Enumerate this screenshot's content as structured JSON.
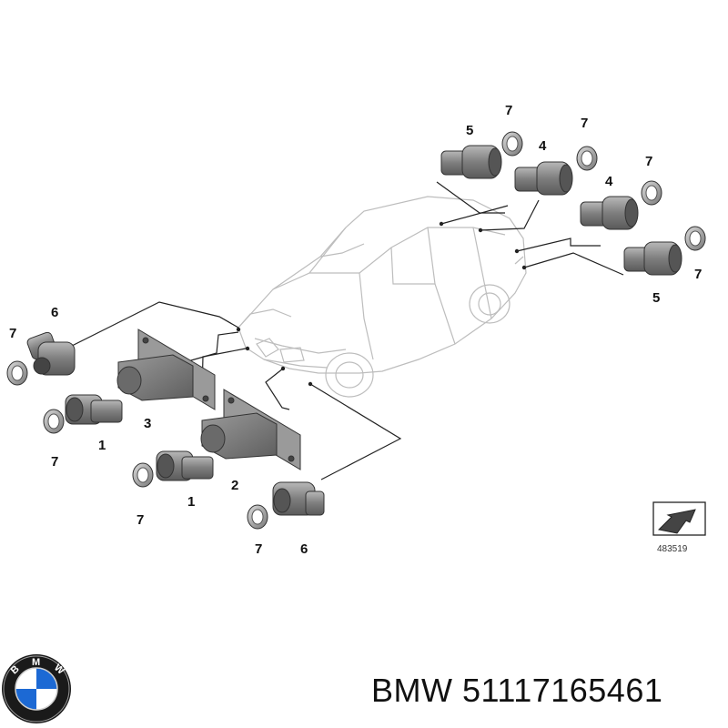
{
  "diagram": {
    "callouts": {
      "c1": "5",
      "c2": "7",
      "c3": "4",
      "c4": "7",
      "c5": "7",
      "c6": "4",
      "c7": "7",
      "c8": "5",
      "c9": "6",
      "c10": "7",
      "c11": "3",
      "c12": "1",
      "c13": "7",
      "c14": "2",
      "c15": "1",
      "c16": "7",
      "c17": "7",
      "c18": "6"
    },
    "reference_number": "483519"
  },
  "footer": {
    "part_number": "BMW 51117165461",
    "logo_letters": [
      "B",
      "M",
      "W"
    ]
  },
  "colors": {
    "line": "#222222",
    "part_fill": "#8a8a8a",
    "part_dark": "#555555",
    "logo_blue": "#1c69d4",
    "logo_black": "#1a1a1a"
  }
}
